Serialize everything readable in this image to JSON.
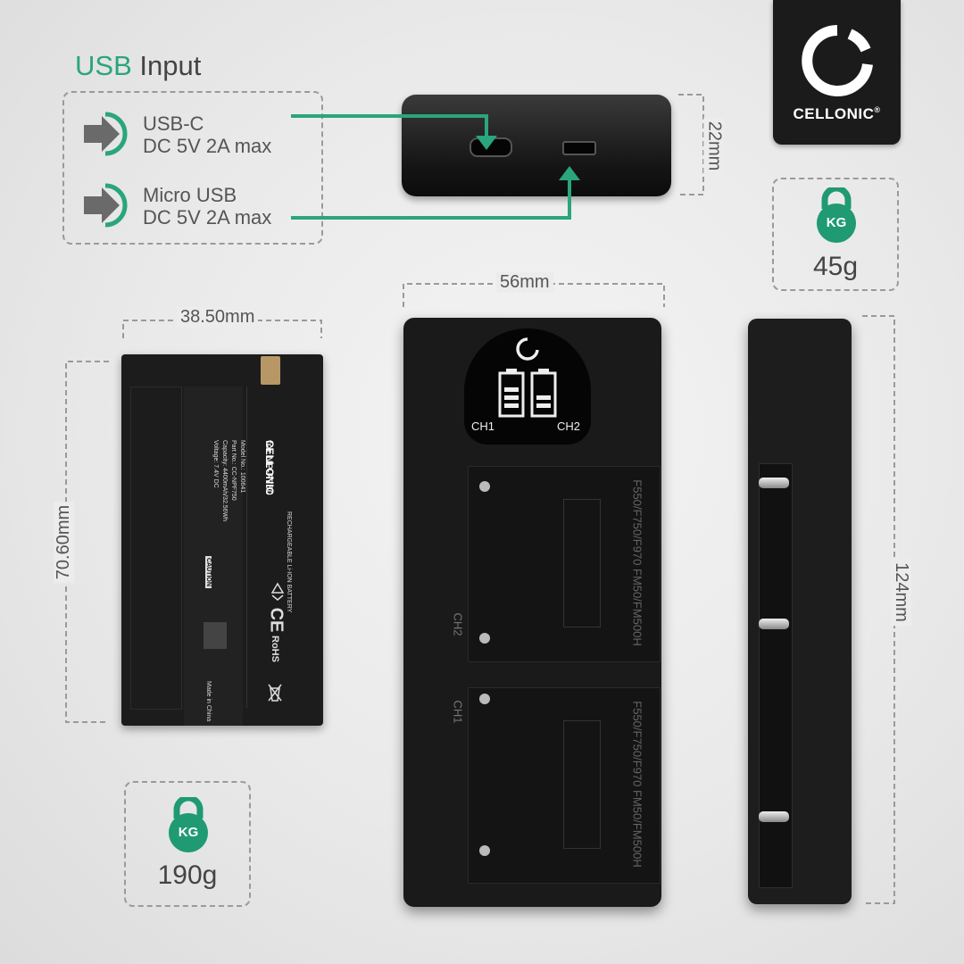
{
  "header": {
    "title_highlight": "USB",
    "title_rest": "Input"
  },
  "inputs": [
    {
      "name": "USB-C",
      "spec": "DC 5V 2A max"
    },
    {
      "name": "Micro USB",
      "spec": "DC 5V 2A max"
    }
  ],
  "brand": {
    "name": "CELLONIC",
    "trademark": "®"
  },
  "dimensions": {
    "charger_height": "22mm",
    "charger_width": "56mm",
    "charger_length": "124mm",
    "battery_width": "38.50mm",
    "battery_length": "70.60mm"
  },
  "weights": {
    "charger": {
      "badge": "KG",
      "value": "45g"
    },
    "battery": {
      "badge": "KG",
      "value": "190g"
    }
  },
  "battery_label": {
    "model_for": "for NP-F750",
    "brand": "CELLONIC",
    "type": "RECHARGEABLE Li-ION BATTERY",
    "model_no_label": "Model No.:",
    "model_no": "100641",
    "part_no_label": "Part No.:",
    "part_no": "CC-NPF750",
    "capacity_label": "Capacity:",
    "capacity": "4400mAh/32.56Wh",
    "voltage_label": "Voltage:",
    "voltage": "7.4V DC",
    "caution": "CAUTION",
    "made_in": "Made in China",
    "ce": "CE",
    "rohs": "RoHS"
  },
  "charger_display": {
    "ch1": "CH1",
    "ch2": "CH2"
  },
  "slots": {
    "slot_label_2": "CH2",
    "slot_label_1": "CH1",
    "compat_line1": "F550/F750/F970",
    "compat_line2": "FM50/FM500H"
  },
  "colors": {
    "accent": "#2aa57d",
    "dark": "#1b1b1b",
    "background": "#e9e9e9"
  },
  "icons": [
    "arrow-in-icon",
    "cellonic-logo-icon",
    "kettlebell-icon",
    "battery-level-icon",
    "recycle-icon",
    "weee-icon"
  ]
}
